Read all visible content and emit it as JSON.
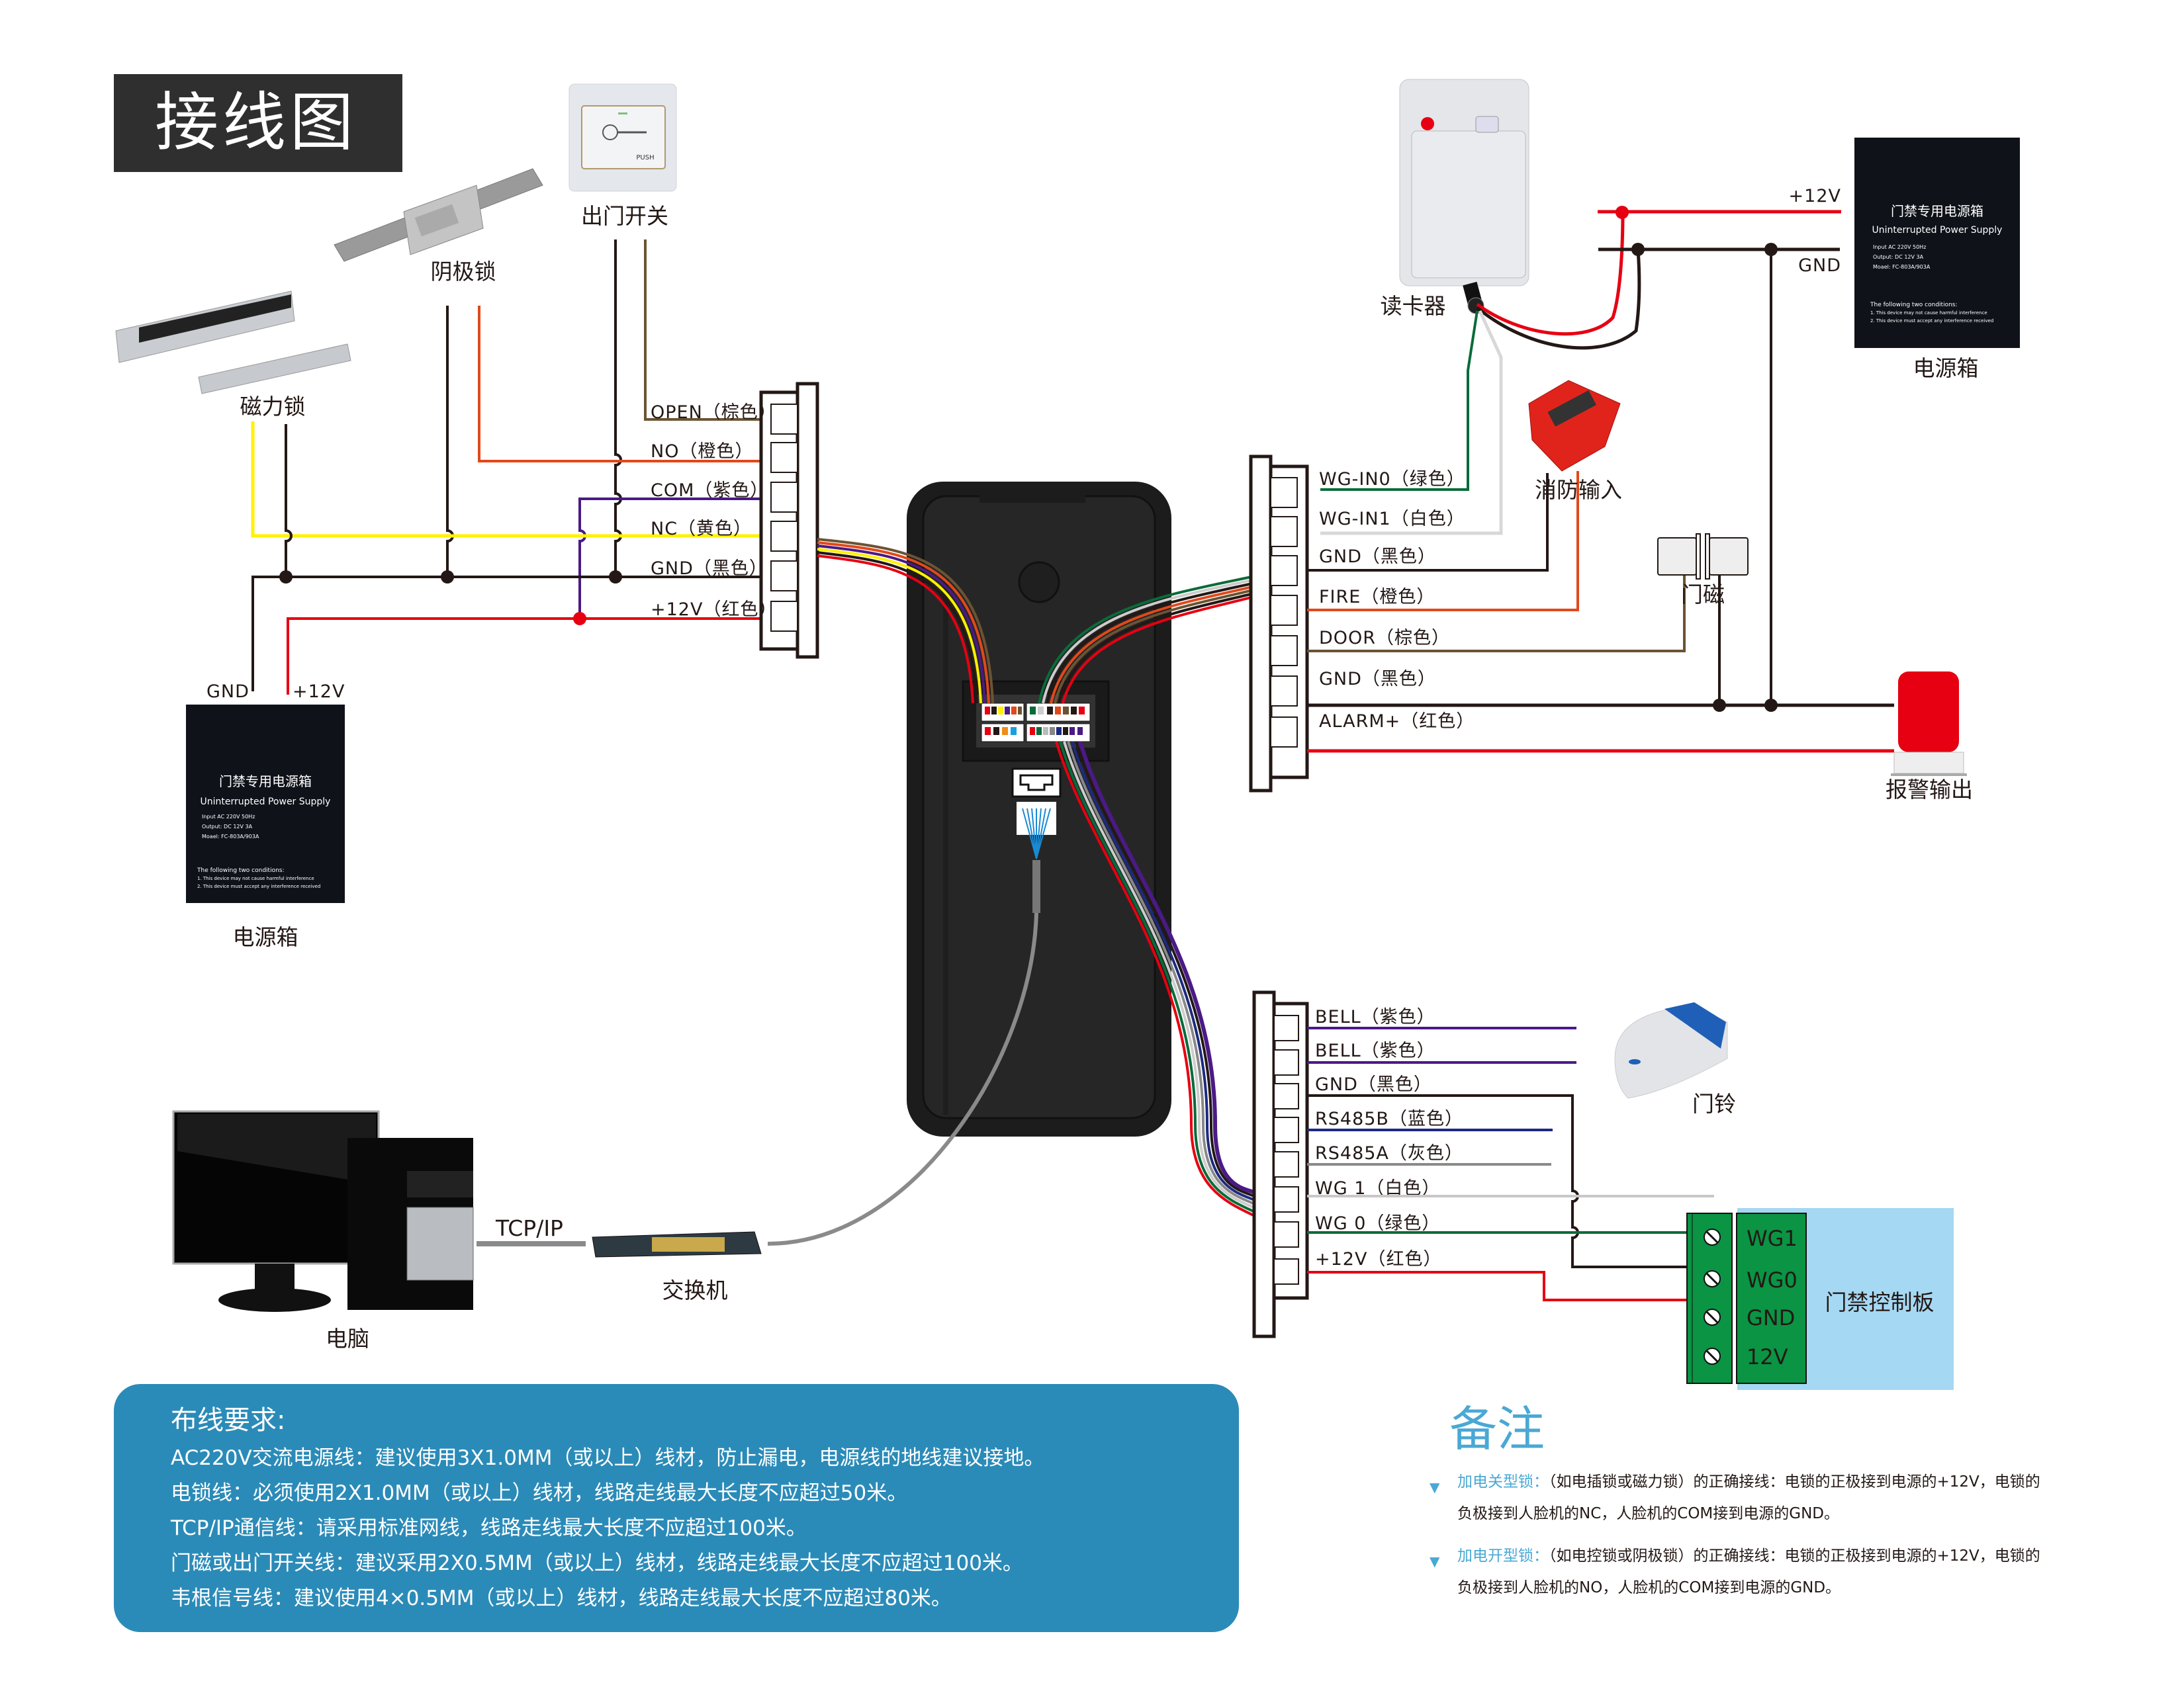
{
  "title": "接线图",
  "colors": {
    "black": "#231815",
    "red": "#e60012",
    "orange": "#e0491b",
    "yellow": "#fff100",
    "purple": "#4a1a85",
    "brown": "#6b5434",
    "green": "#0a6b3a",
    "white_wire": "#d8d8d8",
    "blue": "#1d2a80",
    "gray": "#8a8a8a",
    "note_blue": "#2b8bb8",
    "remark_blue": "#4aa8d4",
    "board_green": "#0a9444",
    "board_bg": "#a5d8f2"
  },
  "devices": {
    "exit_button": {
      "label": "出门开关",
      "push_text": "PUSH"
    },
    "strike_lock": {
      "label": "阴极锁"
    },
    "magnetic_lock": {
      "label": "磁力锁"
    },
    "power_supply_left": {
      "label": "电源箱",
      "gnd": "GND",
      "v12": "+12V"
    },
    "power_supply_right": {
      "label": "电源箱",
      "gnd": "GND",
      "v12": "+12V"
    },
    "card_reader": {
      "label": "读卡器"
    },
    "fire_input": {
      "label": "消防输入"
    },
    "door_sensor": {
      "label": "门磁"
    },
    "alarm_output": {
      "label": "报警输出"
    },
    "doorbell": {
      "label": "门铃"
    },
    "pc": {
      "label": "电脑"
    },
    "switch": {
      "label": "交换机"
    },
    "network": {
      "label": "TCP/IP"
    },
    "access_board": {
      "label": "门禁控制板",
      "terminals": [
        "WG1",
        "WG0",
        "GND",
        "12V"
      ]
    }
  },
  "psu_plate": {
    "title": "门禁专用电源箱",
    "subtitle": "Uninterrupted Power Supply",
    "input": "Input  AC 220V 50Hz",
    "output": "Output:  DC 12V 3A",
    "model": "Moael:  FC-803A/903A",
    "conditions_title": "The following two conditions:",
    "condition_1": "1. This device may not cause harmful interference",
    "condition_2": "2. This device must accept any interference received"
  },
  "connectors": {
    "left": [
      "OPEN（棕色）",
      "NO（橙色）",
      "COM（紫色）",
      "NC（黄色）",
      "GND（黑色）",
      "+12V（红色）"
    ],
    "right_top": [
      "WG-IN0（绿色）",
      "WG-IN1（白色）",
      "GND（黑色）",
      "FIRE（橙色）",
      "DOOR（棕色）",
      "GND（黑色）",
      "ALARM+（红色）"
    ],
    "right_bottom": [
      "BELL（紫色）",
      "BELL（紫色）",
      "GND（黑色）",
      "RS485B（蓝色）",
      "RS485A（灰色）",
      "WG 1（白色）",
      "WG 0（绿色）",
      "+12V（红色）"
    ]
  },
  "wiring_requirements": {
    "title": "布线要求:",
    "lines": [
      "AC220V交流电源线：建议使用3X1.0MM（或以上）线材，防止漏电，电源线的地线建议接地。",
      "电锁线：必须使用2X1.0MM（或以上）线材，线路走线最大长度不应超过50米。",
      "TCP/IP通信线：请采用标准网线，线路走线最大长度不应超过100米。",
      "门磁或出门开关线：建议采用2X0.5MM（或以上）线材，线路走线最大长度不应超过100米。",
      "韦根信号线：建议使用4×0.5MM（或以上）线材，线路走线最大长度不应超过80米。"
    ]
  },
  "remarks": {
    "title": "备注",
    "items": [
      {
        "marker": "▼",
        "head": "加电关型锁：",
        "body": "（如电插锁或磁力锁）的正确接线：电锁的正极接到电源的+12V，电锁的负极接到人脸机的NC，人脸机的COM接到电源的GND。"
      },
      {
        "marker": "▼",
        "head": "加电开型锁：",
        "body": "（如电控锁或阴极锁）的正确接线：电锁的正极接到电源的+12V，电锁的负极接到人脸机的NO，人脸机的COM接到电源的GND。"
      }
    ]
  }
}
